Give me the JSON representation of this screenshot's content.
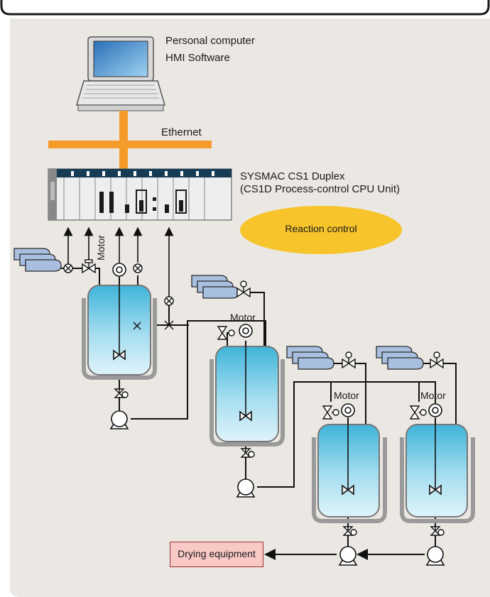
{
  "labels": {
    "pc_line1": "Personal computer",
    "pc_line2": "HMI Software",
    "ethernet": "Ethernet",
    "plc_line1": "SYSMAC CS1 Duplex",
    "plc_line2": "(CS1D Process-control CPU Unit)",
    "reaction": "Reaction control",
    "motor": "Motor",
    "drying": "Drying equipment"
  },
  "colors": {
    "background": "#ebe8e3",
    "frame": "#1a1a1a",
    "ethernet": "#f59b2a",
    "reaction_fill": "#f7c42b",
    "tank_top": "#3fb4d9",
    "tank_bottom": "#d8f0f8",
    "tank_outline": "#8a8a8a",
    "drying_fill": "#f9c9c6",
    "gas_cylinder": "#a9bfe0"
  },
  "icons": [
    "laptop-icon",
    "plc-rack-icon",
    "gas-cylinder-icon",
    "valve-icon",
    "motor-icon",
    "pump-icon",
    "agitator-icon",
    "flow-meter-icon"
  ]
}
